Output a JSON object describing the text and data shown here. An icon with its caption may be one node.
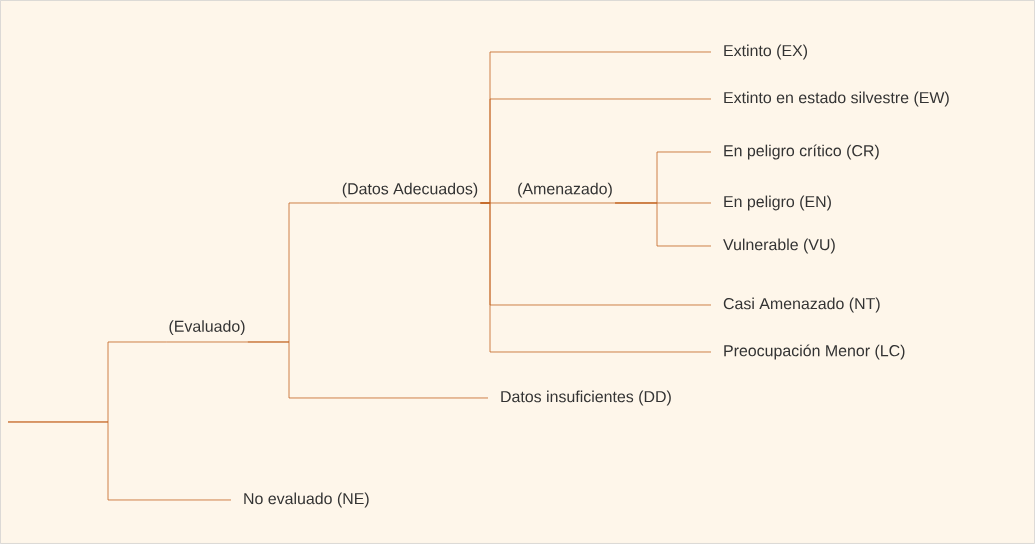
{
  "diagram": {
    "nodes": [
      {
        "text": [
          "(Evaluado)"
        ]
      },
      {
        "text": [
          "(Datos Adecuados)"
        ]
      },
      {
        "text": [
          "(Amenazado)"
        ]
      },
      {
        "text": [
          "Extinto (EX)"
        ]
      },
      {
        "text": [
          "Extinto en estado silvestre (EW)"
        ]
      },
      {
        "text": [
          "En peligro crítico (CR)"
        ]
      },
      {
        "text": [
          "En peligro (EN)"
        ]
      },
      {
        "text": [
          "Vulnerable (VU)"
        ]
      },
      {
        "text": [
          "Casi Amenazado (NT)"
        ]
      },
      {
        "text": [
          "Preocupación Menor (LC)"
        ]
      },
      {
        "text": [
          "Datos insuficientes (DD)"
        ]
      },
      {
        "text": [
          "No evaluado (NE)"
        ]
      }
    ],
    "edges": [
      {
        "from": null,
        "to": 0,
        "arrow": "none"
      },
      {
        "from": null,
        "to": 11,
        "arrow": "none"
      },
      {
        "from": 0,
        "to": 1,
        "arrow": "none"
      },
      {
        "from": 0,
        "to": 10,
        "arrow": "none"
      },
      {
        "from": 1,
        "to": 3,
        "arrow": "none"
      },
      {
        "from": 1,
        "to": 4,
        "arrow": "none"
      },
      {
        "from": 1,
        "to": 2,
        "arrow": "none"
      },
      {
        "from": 1,
        "to": 8,
        "arrow": "none"
      },
      {
        "from": 1,
        "to": 9,
        "arrow": "none"
      },
      {
        "from": 2,
        "to": 5,
        "arrow": "none"
      },
      {
        "from": 2,
        "to": 6,
        "arrow": "none"
      },
      {
        "from": 2,
        "to": 7,
        "arrow": "none"
      }
    ]
  }
}
